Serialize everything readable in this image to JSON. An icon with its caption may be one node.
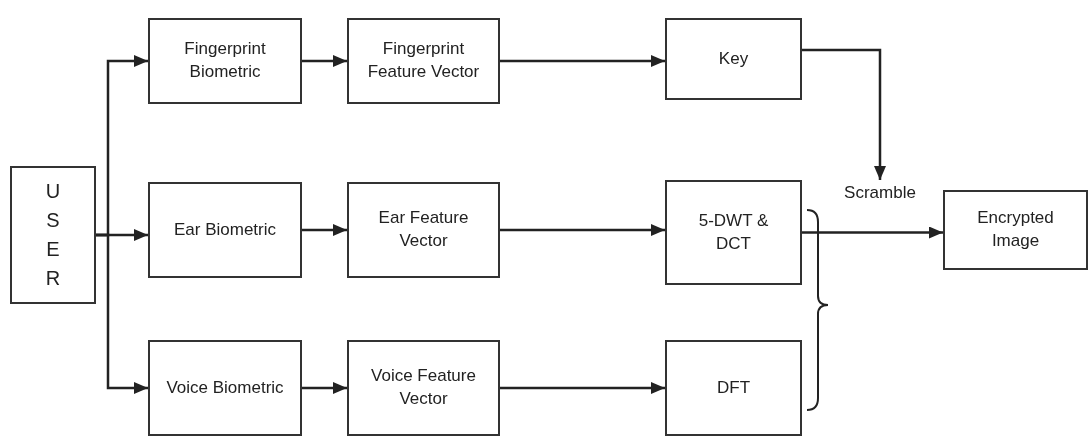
{
  "diagram": {
    "nodes": [
      {
        "text": [
          "USER"
        ]
      },
      {
        "text": [
          "Fingerprint Biometric"
        ]
      },
      {
        "text": [
          "Fingerprint Feature Vector"
        ]
      },
      {
        "text": [
          "Key"
        ]
      },
      {
        "text": [
          "Ear Biometric"
        ]
      },
      {
        "text": [
          "Ear Feature Vector"
        ]
      },
      {
        "text": [
          "5-DWT & DCT"
        ]
      },
      {
        "text": [
          "Voice Biometric"
        ]
      },
      {
        "text": [
          "Voice Feature Vector"
        ]
      },
      {
        "text": [
          "DFT"
        ]
      },
      {
        "text": [
          "Scramble"
        ]
      },
      {
        "text": [
          "Encrypted Image"
        ]
      }
    ],
    "edges": [
      {
        "from": 0,
        "to": 1,
        "arrow": "to"
      },
      {
        "from": 0,
        "to": 4,
        "arrow": "to"
      },
      {
        "from": 0,
        "to": 7,
        "arrow": "to"
      },
      {
        "from": 1,
        "to": 2,
        "arrow": "to"
      },
      {
        "from": 2,
        "to": 3,
        "arrow": "to"
      },
      {
        "from": 4,
        "to": 5,
        "arrow": "to"
      },
      {
        "from": 5,
        "to": 6,
        "arrow": "to"
      },
      {
        "from": 7,
        "to": 8,
        "arrow": "to"
      },
      {
        "from": 8,
        "to": 9,
        "arrow": "to"
      },
      {
        "from": 3,
        "to": 10,
        "arrow": "to"
      },
      {
        "from": 6,
        "to": 11,
        "arrow": "to"
      }
    ]
  }
}
